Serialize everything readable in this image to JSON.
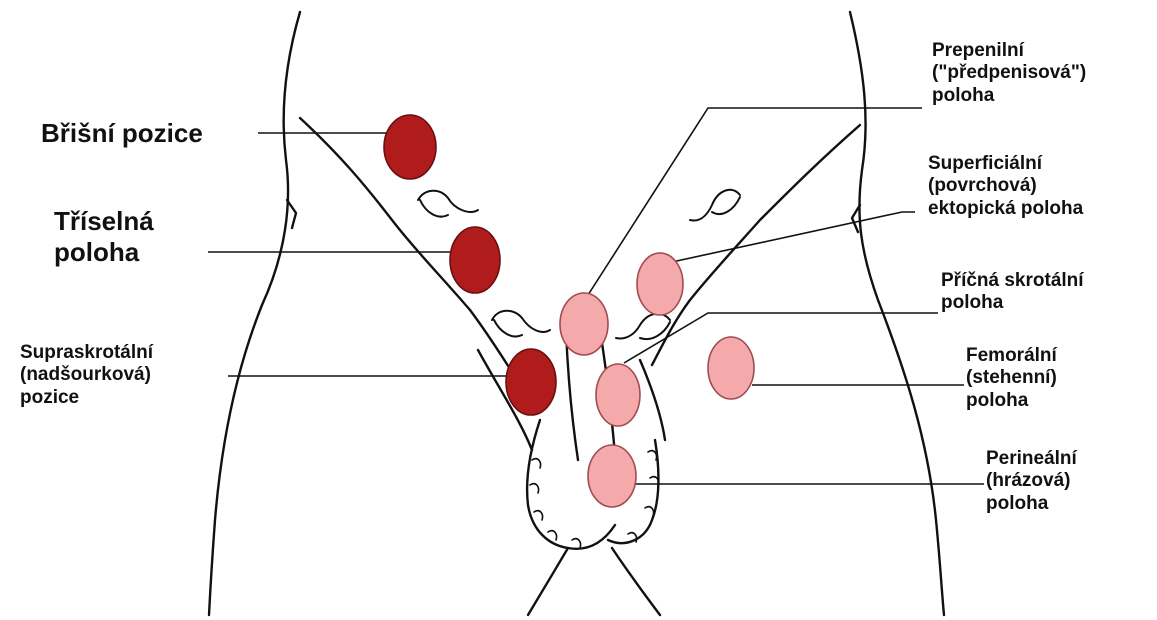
{
  "colors": {
    "retained_testis": "#b01c1c",
    "ectopic_testis": "#f4a9ab",
    "outline": "#111111",
    "background": "#ffffff"
  },
  "left_labels": {
    "bellyPosition": [
      "Břišní pozice"
    ],
    "groinPosition": [
      "Tříselná",
      "poloha"
    ],
    "suprascrotal": [
      "Supraskrotální",
      "(nadšourková)",
      "pozice"
    ]
  },
  "right_labels": {
    "prepenile": [
      "Prepenilní",
      "(\"předpenisová\")",
      "poloha"
    ],
    "superficial": [
      "Superficiální",
      "(povrchová)",
      "ektopická poloha"
    ],
    "transverseScrotal": [
      "Příčná skrotální",
      "poloha"
    ],
    "femoral": [
      "Femorální",
      "(stehenní)",
      "poloha"
    ],
    "perineal": [
      "Perineální",
      "(hrázová)",
      "poloha"
    ]
  }
}
